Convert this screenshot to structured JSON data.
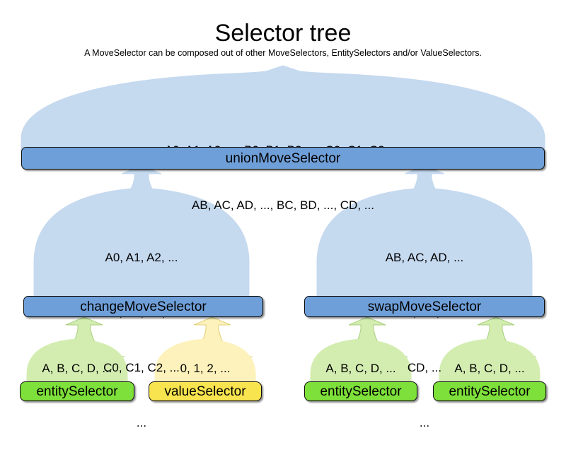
{
  "header": {
    "title": "Selector tree",
    "subtitle": "A MoveSelector can be composed out of other MoveSelectors, EntitySelectors and/or ValueSelectors."
  },
  "colors": {
    "dome_blue": "#c5d9ef",
    "bar_blue": "#6f9fd8",
    "dome_green": "#d3edb0",
    "bar_green": "#7ee03a",
    "dome_yellow": "#fdf2bb",
    "bar_yellow": "#f8e44f",
    "outline": "#0d0d0d",
    "background": "#ffffff"
  },
  "nodes": {
    "union": {
      "label": "unionMoveSelector",
      "lines": [
        "A0, A1, A2, ..., B0, B1, B2, ..., C0, C1, C2, ...",
        "AB, AC, AD, ..., BC, BD, ..., CD, ..."
      ]
    },
    "change": {
      "label": "changeMoveSelector",
      "lines": [
        "A0, A1, A2, ...",
        "B0, B1, B2, ...",
        "C0, C1, C2, ...",
        "..."
      ]
    },
    "swap": {
      "label": "swapMoveSelector",
      "lines": [
        "AB, AC, AD, ...",
        "BC, BD, ...",
        "CD, ...",
        "..."
      ]
    },
    "leaves": [
      {
        "label": "entitySelector",
        "line": "A, B, C, D, ...",
        "color": "green"
      },
      {
        "label": "valueSelector",
        "line": "0, 1, 2, ...",
        "color": "yellow"
      },
      {
        "label": "entitySelector",
        "line": "A, B, C, D, ...",
        "color": "green"
      },
      {
        "label": "entitySelector",
        "line": "A, B, C, D, ...",
        "color": "green"
      }
    ]
  }
}
